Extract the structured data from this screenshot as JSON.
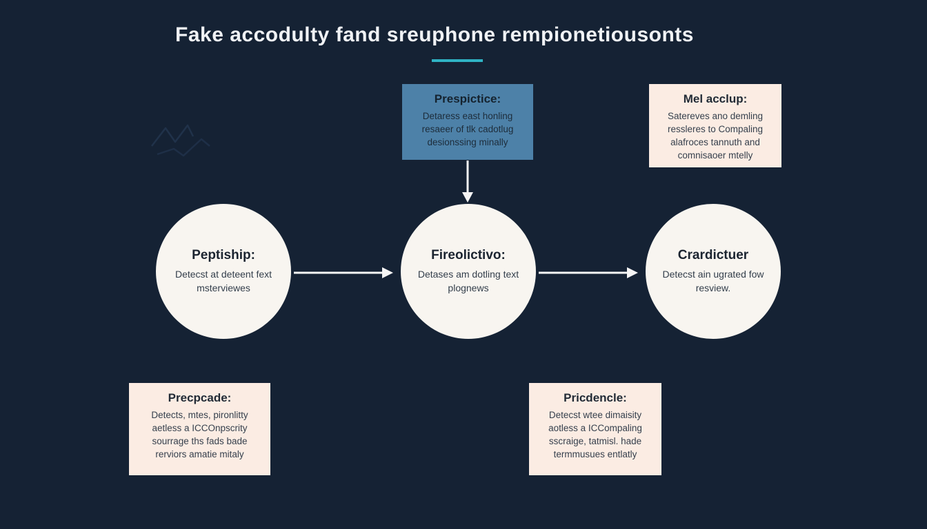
{
  "title": "Fake accodulty fand sreuphone rempionetiousonts",
  "top_center_box": {
    "heading": "Prespictice:",
    "body": "Detaress east honling resaeer of tlk cadotlug desionssing minally"
  },
  "top_right_box": {
    "heading": "Mel acclup:",
    "body": "Satereves ano demling ressleres to Compaling alafroces tannuth and comnisaoer mtelly"
  },
  "circles": [
    {
      "heading": "Peptiship:",
      "body": "Detecst at deteent fext msterviewes"
    },
    {
      "heading": "Fireolictivo:",
      "body": "Detases am dotling text plognews"
    },
    {
      "heading": "Crardictuer",
      "body": "Detecst ain ugrated fow resview."
    }
  ],
  "bottom_left_box": {
    "heading": "Precpcade:",
    "body": "Detects, mtes, pironlitty aetless a ICCOnpscrity sourrage ths fads bade rerviors amatie mitaly"
  },
  "bottom_right_box": {
    "heading": "Pricdencle:",
    "body": "Detecst wtee dimaisity aotless a ICCompaling sscraige, tatmisl. hade termmusues entlatly"
  },
  "icons": {
    "faint_decoration": "crossed-arrows-outline-icon",
    "connectors": "white-flow-arrows"
  },
  "colors": {
    "background": "#152234",
    "accent_teal": "#2fb3c4",
    "blue_box": "#4d81a8",
    "cream_box": "#fbece3",
    "circle_fill": "#f8f5f0",
    "title_text": "#f0f2f5",
    "dark_text": "#1b2430",
    "arrow": "#f5f5f5"
  }
}
